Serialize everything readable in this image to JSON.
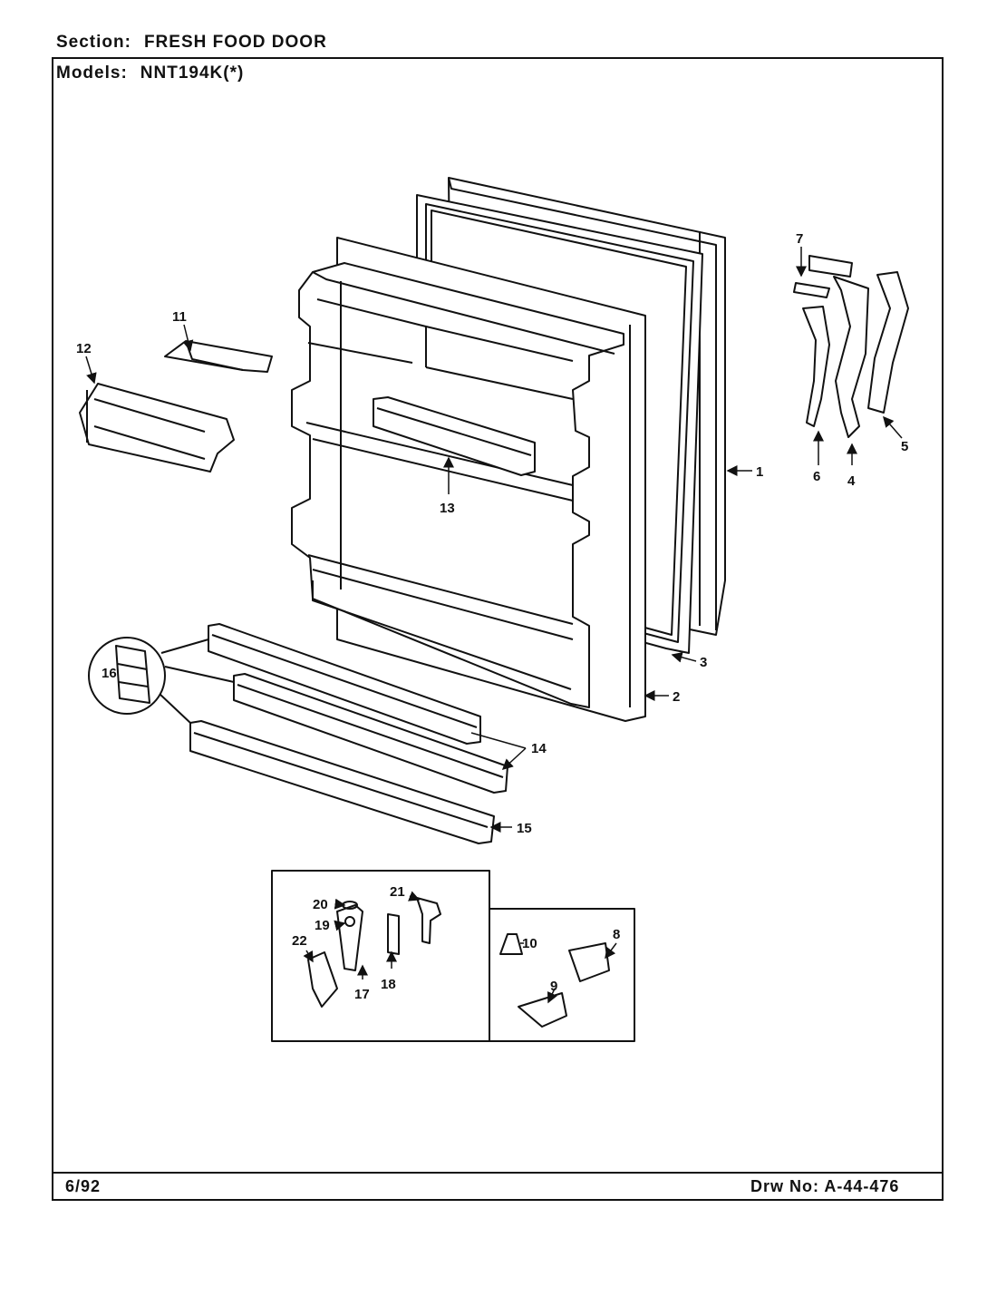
{
  "header": {
    "section_label": "Section:",
    "section_value": "FRESH FOOD DOOR",
    "models_label": "Models:",
    "models_value": "NNT194K(*)"
  },
  "footer": {
    "date": "6/92",
    "drawing_number": "Drw No: A-44-476"
  },
  "callouts": {
    "p1": "1",
    "p2": "2",
    "p3": "3",
    "p4": "4",
    "p5": "5",
    "p6": "6",
    "p7": "7",
    "p8": "8",
    "p9": "9",
    "p10": "10",
    "p11": "11",
    "p12": "12",
    "p13": "13",
    "p14": "14",
    "p15": "15",
    "p16": "16",
    "p17": "17",
    "p18": "18",
    "p19": "19",
    "p20": "20",
    "p21": "21",
    "p22": "22"
  }
}
